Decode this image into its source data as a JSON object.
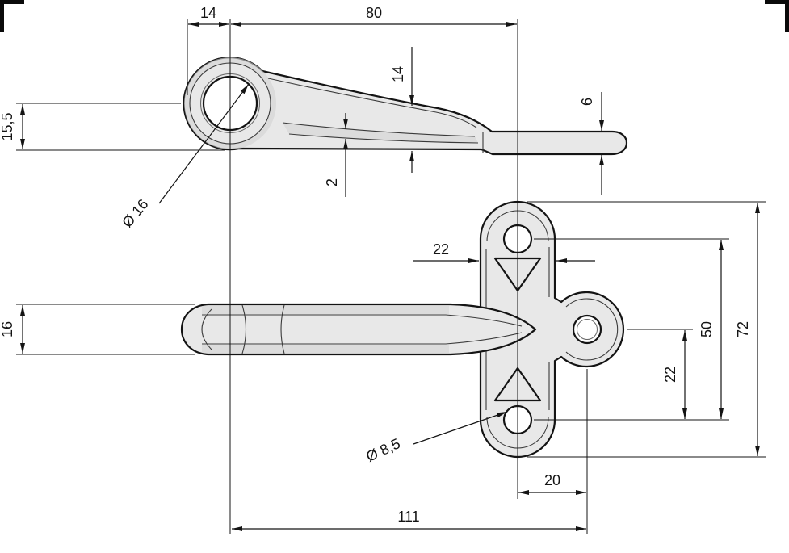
{
  "drawing": {
    "dimensions": {
      "eye_width": "14",
      "arm_length": "80",
      "arm_height": "14",
      "tab_thickness": "6",
      "eye_height": "15,5",
      "web_gap": "2",
      "eye_hole_dia": "Ø 16",
      "plate_width": "22",
      "hole_pitch_lower": "22",
      "hole_pitch": "50",
      "plate_height": "72",
      "arm_width": "16",
      "mount_hole_dia": "Ø 8,5",
      "side_hole_offset": "20",
      "overall_length": "111"
    },
    "colors": {
      "line": "#141414",
      "part_fill": "#e8e8e8",
      "part_shade": "#d2d2d2",
      "background": "#ffffff"
    }
  }
}
